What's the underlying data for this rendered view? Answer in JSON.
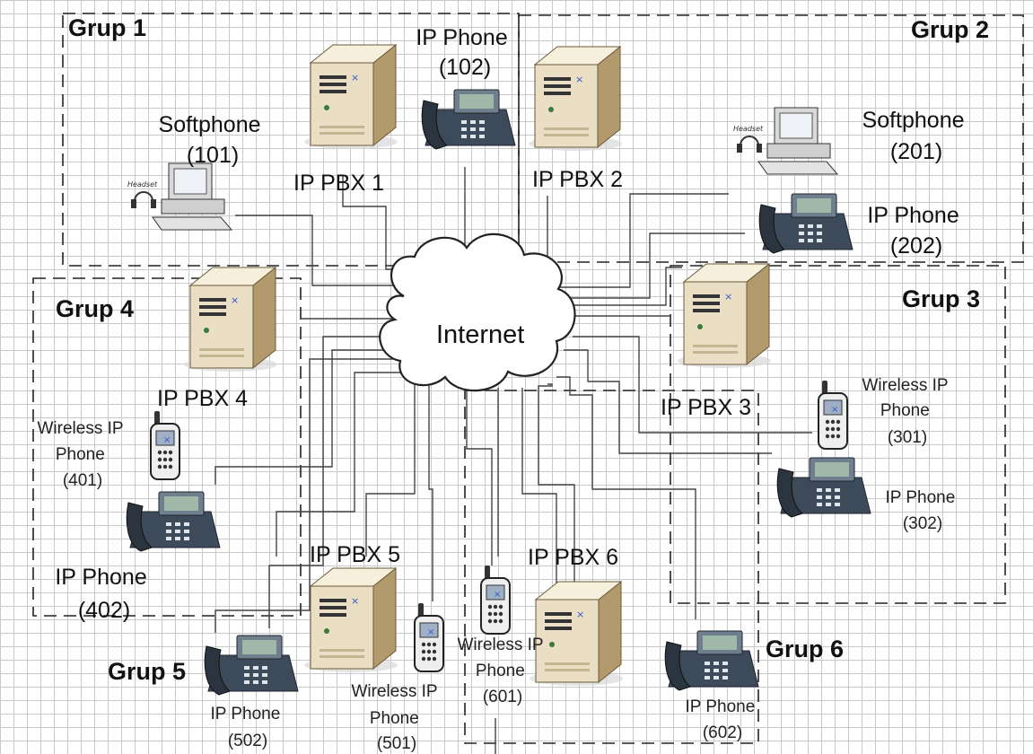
{
  "groups": {
    "g1": "Grup 1",
    "g2": "Grup 2",
    "g3": "Grup 3",
    "g4": "Grup 4",
    "g5": "Grup 5",
    "g6": "Grup 6"
  },
  "cloud_label": "Internet",
  "pbx": {
    "p1": "IP PBX 1",
    "p2": "IP PBX 2",
    "p3": "IP PBX 3",
    "p4": "IP PBX 4",
    "p5": "IP PBX 5",
    "p6": "IP PBX 6"
  },
  "devices": {
    "d101": [
      "Softphone",
      "(101)"
    ],
    "d102": [
      "IP Phone",
      "(102)"
    ],
    "d201": [
      "Softphone",
      "(201)"
    ],
    "d202": [
      "IP Phone",
      "(202)"
    ],
    "d301": [
      "Wireless IP",
      "Phone",
      "(301)"
    ],
    "d302": [
      "IP Phone",
      "(302)"
    ],
    "d401": [
      "Wireless IP",
      "Phone",
      "(401)"
    ],
    "d402": [
      "IP Phone",
      "(402)"
    ],
    "d501": [
      "Wireless IP",
      "Phone",
      "(501)"
    ],
    "d502": [
      "IP Phone",
      "(502)"
    ],
    "d601": [
      "Wireless IP",
      "Phone",
      "(601)"
    ],
    "d602": [
      "IP Phone",
      "(602)"
    ]
  },
  "icons": {
    "server": "server-icon",
    "desk_phone": "ip-phone-icon",
    "wireless_phone": "wireless-phone-icon",
    "softphone": "softphone-computer-icon",
    "cloud": "internet-cloud-icon"
  },
  "colors": {
    "server_body": "#e8dcc0",
    "server_side": "#b39a6c",
    "phone_body": "#3d4a5a",
    "phone_screen": "#9fb8a8",
    "lines": "#444444",
    "grid": "#c9c9c9"
  }
}
